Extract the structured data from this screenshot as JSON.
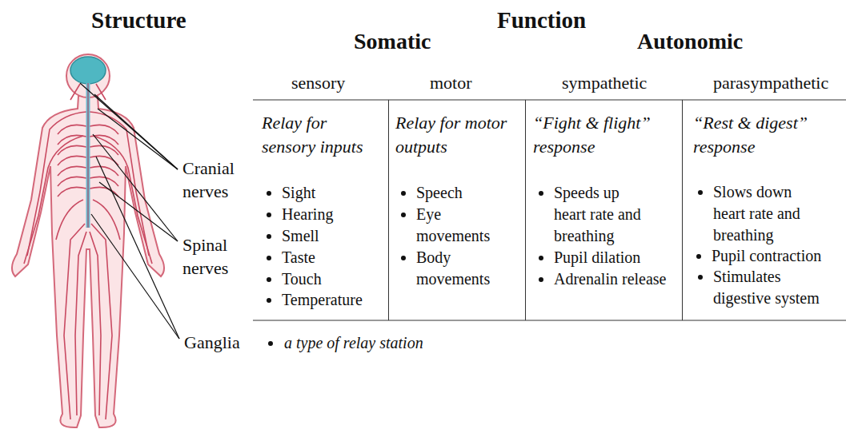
{
  "diagram": {
    "labels": [
      "Structure",
      "Function",
      "Somatic",
      "Autonomic",
      "sensory",
      "motor",
      "sympathetic",
      "parasympathetic",
      "Relay for sensory inputs",
      "Relay for motor outputs",
      "“Fight & flight” response",
      "“Rest & digest” response",
      "Sight",
      "Hearing",
      "Smell",
      "Taste",
      "Touch",
      "Temperature",
      "Speech",
      "Eye movements",
      "Body movements",
      "Speeds up heart rate and breathing",
      "Pupil dilation",
      "Adrenalin release",
      "Slows down heart rate and breathing",
      "Pupil contraction",
      "Stimulates digestive system",
      "Cranial nerves",
      "Spinal nerves",
      "Ganglia",
      "a type of relay station"
    ]
  }
}
